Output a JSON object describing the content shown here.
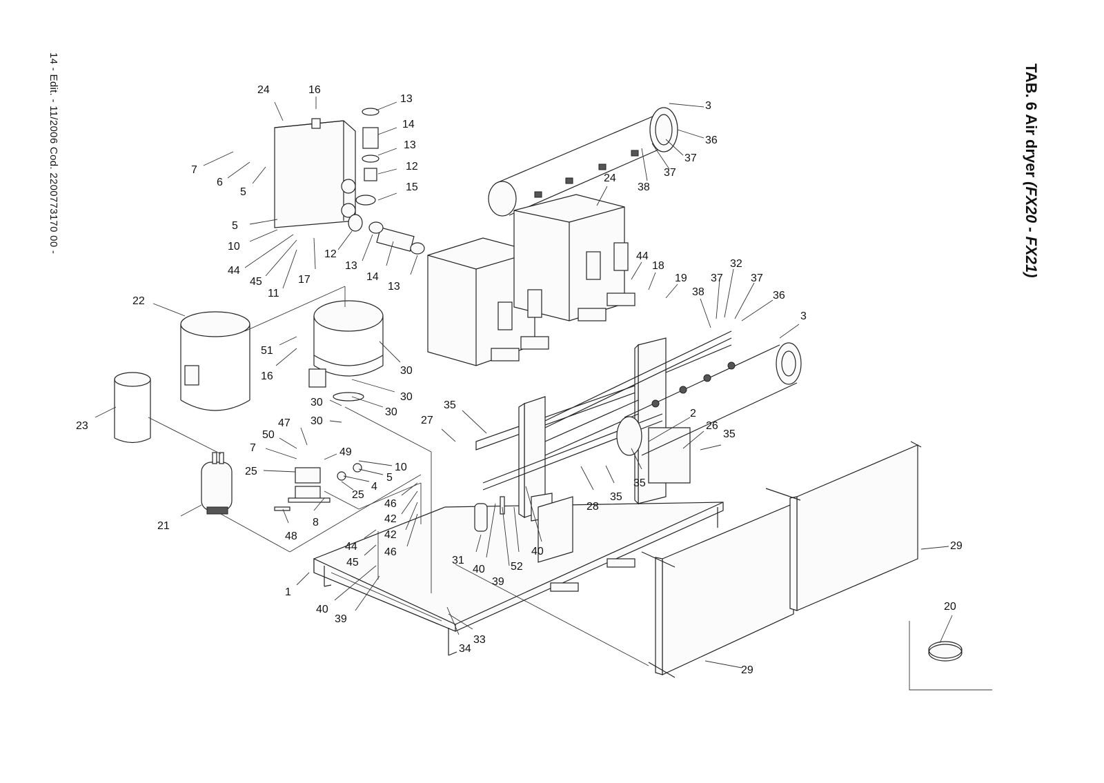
{
  "title": {
    "prefix": "TAB. 6 Air dryer ",
    "model": "(FX20 - FX21)"
  },
  "footer": "14 - Edit. -  11/2006 Cod.  2200773170  00 -",
  "callouts": [
    {
      "label": "24"
    },
    {
      "label": "16"
    },
    {
      "label": "13"
    },
    {
      "label": "14"
    },
    {
      "label": "13"
    },
    {
      "label": "12"
    },
    {
      "label": "15"
    },
    {
      "label": "7"
    },
    {
      "label": "6"
    },
    {
      "label": "5"
    },
    {
      "label": "5"
    },
    {
      "label": "10"
    },
    {
      "label": "44"
    },
    {
      "label": "45"
    },
    {
      "label": "11"
    },
    {
      "label": "17"
    },
    {
      "label": "12"
    },
    {
      "label": "13"
    },
    {
      "label": "14"
    },
    {
      "label": "13"
    },
    {
      "label": "3"
    },
    {
      "label": "36"
    },
    {
      "label": "37"
    },
    {
      "label": "37"
    },
    {
      "label": "38"
    },
    {
      "label": "24"
    },
    {
      "label": "44"
    },
    {
      "label": "18"
    },
    {
      "label": "19"
    },
    {
      "label": "32"
    },
    {
      "label": "37"
    },
    {
      "label": "37"
    },
    {
      "label": "38"
    },
    {
      "label": "36"
    },
    {
      "label": "3"
    },
    {
      "label": "22"
    },
    {
      "label": "51"
    },
    {
      "label": "16"
    },
    {
      "label": "30"
    },
    {
      "label": "30"
    },
    {
      "label": "30"
    },
    {
      "label": "30"
    },
    {
      "label": "30"
    },
    {
      "label": "23"
    },
    {
      "label": "47"
    },
    {
      "label": "50"
    },
    {
      "label": "7"
    },
    {
      "label": "49"
    },
    {
      "label": "10"
    },
    {
      "label": "25"
    },
    {
      "label": "4"
    },
    {
      "label": "5"
    },
    {
      "label": "25"
    },
    {
      "label": "35"
    },
    {
      "label": "27"
    },
    {
      "label": "2"
    },
    {
      "label": "26"
    },
    {
      "label": "35"
    },
    {
      "label": "35"
    },
    {
      "label": "35"
    },
    {
      "label": "28"
    },
    {
      "label": "21"
    },
    {
      "label": "48"
    },
    {
      "label": "8"
    },
    {
      "label": "46"
    },
    {
      "label": "42"
    },
    {
      "label": "42"
    },
    {
      "label": "46"
    },
    {
      "label": "44"
    },
    {
      "label": "45"
    },
    {
      "label": "1"
    },
    {
      "label": "40"
    },
    {
      "label": "39"
    },
    {
      "label": "31"
    },
    {
      "label": "40"
    },
    {
      "label": "39"
    },
    {
      "label": "52"
    },
    {
      "label": "40"
    },
    {
      "label": "34"
    },
    {
      "label": "33"
    },
    {
      "label": "29"
    },
    {
      "label": "29"
    },
    {
      "label": "20"
    }
  ]
}
